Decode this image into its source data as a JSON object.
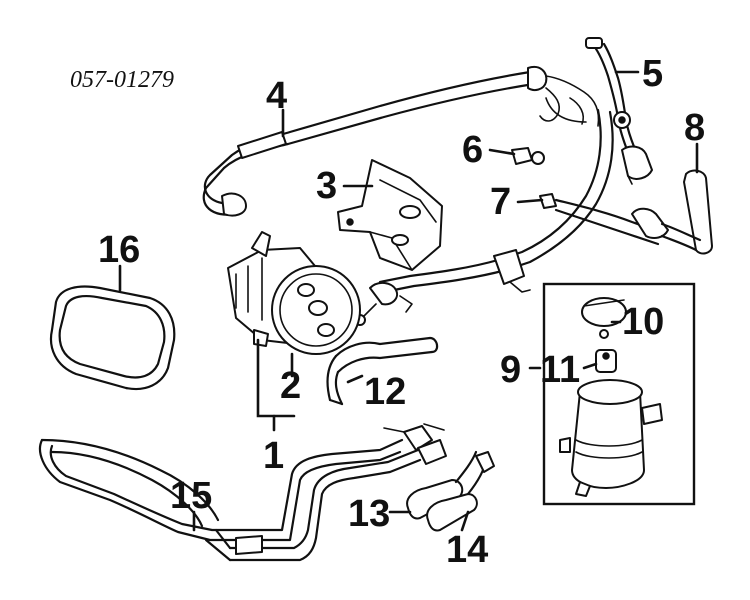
{
  "part_code": "057-01279",
  "callouts": {
    "c1": "1",
    "c2": "2",
    "c3": "3",
    "c4": "4",
    "c5": "5",
    "c6": "6",
    "c7": "7",
    "c8": "8",
    "c9": "9",
    "c10": "10",
    "c11": "11",
    "c12": "12",
    "c13": "13",
    "c14": "14",
    "c15": "15",
    "c16": "16"
  }
}
